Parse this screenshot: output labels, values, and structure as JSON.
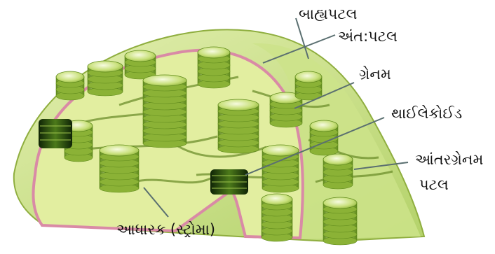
{
  "labels": {
    "outer_membrane": "બાહ્યપટલ",
    "inner_membrane": "અંત:પટલ",
    "granum": "ગ્રેનમ",
    "thylakoid": "થાઈલેકોઈડ",
    "intergranal_line1": "આંતરગ્રેનમ",
    "intergranal_line2": "પટલ",
    "stroma": "આધારક (સ્ટ્રોમા)"
  },
  "colors": {
    "outer_membrane": "#c9de86",
    "outer_membrane_edge": "#8fae3f",
    "inner_membrane": "#d98aa6",
    "stroma": "#e3ef9e",
    "disc_light": "#f2f8d2",
    "disc_dark": "#7ea52d",
    "thylakoid_dark": "#1f3d0e",
    "leader_line": "#5a6f70"
  }
}
